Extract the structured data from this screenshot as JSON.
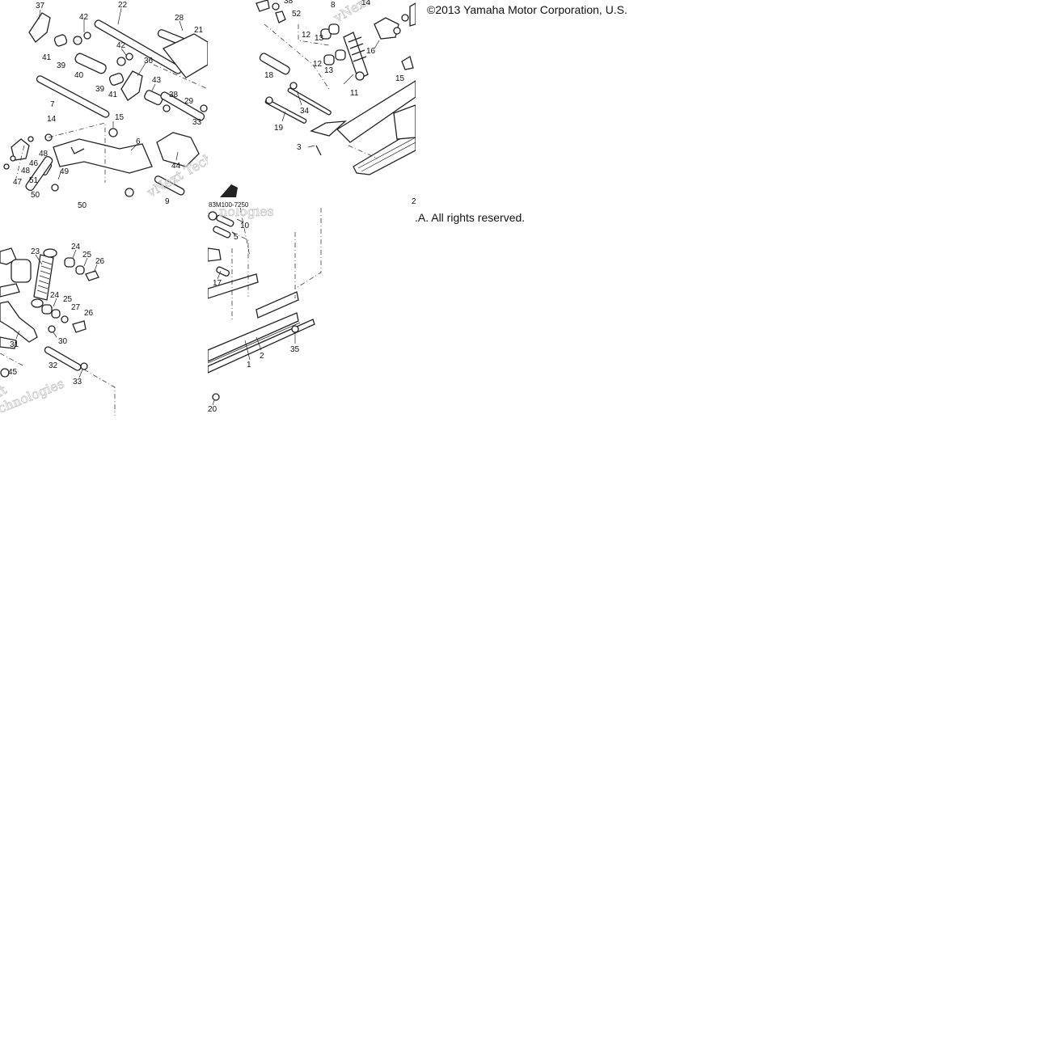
{
  "copyright": {
    "line1": "©2013 Yamaha Motor Corporation, U.S.",
    "line2": ".A. All rights reserved."
  },
  "diagram_code": "83M100-7250",
  "watermark": {
    "text_a": "vNext Tech",
    "text_b": "nologies",
    "text_c": "xt",
    "text_d": "chnologies"
  },
  "tile_top_left": {
    "callouts": [
      "37",
      "42",
      "22",
      "28",
      "21",
      "41",
      "39",
      "40",
      "42",
      "36",
      "39",
      "41",
      "43",
      "38",
      "29",
      "33",
      "7",
      "14",
      "15",
      "6",
      "48",
      "46",
      "48",
      "47",
      "51",
      "50",
      "49",
      "44",
      "50",
      "9"
    ]
  },
  "tile_top_center": {
    "callouts": [
      "38",
      "52",
      "8",
      "14",
      "12",
      "13",
      "12",
      "13",
      "16",
      "18",
      "15",
      "11",
      "34",
      "19",
      "3",
      "2"
    ]
  },
  "tile_bottom_left": {
    "callouts": [
      "23",
      "24",
      "25",
      "26",
      "24",
      "25",
      "27",
      "26",
      "31",
      "30",
      "32",
      "33",
      "45"
    ]
  },
  "tile_bottom_center": {
    "callouts": [
      "10",
      "5",
      "17",
      "35",
      "2",
      "1",
      "20"
    ]
  }
}
